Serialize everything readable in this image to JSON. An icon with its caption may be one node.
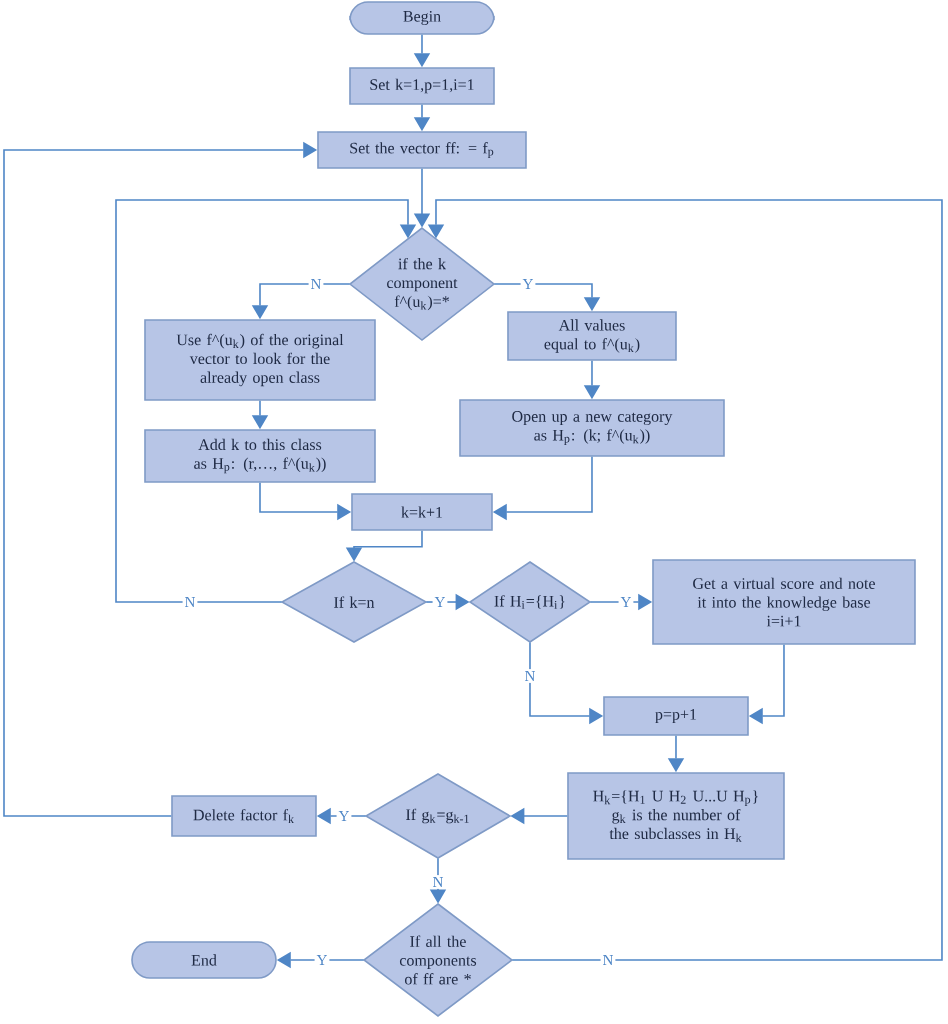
{
  "diagram": {
    "nodes": [
      {
        "text": [
          "Begin"
        ]
      },
      {
        "text": [
          "Set k=1,p=1,i=1"
        ]
      },
      {
        "text": [
          "Set the vector ff: = f$_{p}$"
        ]
      },
      {
        "text": [
          "if the k component f^(u$_{k}$)=*"
        ]
      },
      {
        "text": [
          "Use  f^(u$_{k}$) of the original vector to look for the already open class"
        ]
      },
      {
        "text": [
          "All values equal to f^(u$_{k}$)"
        ]
      },
      {
        "text": [
          "Open up a new category as H$_{p}$: (k; f^(u$_{k}$))"
        ]
      },
      {
        "text": [
          "Add k to this class as H$_{p}$: (r,…,  f^(u$_{k}$))"
        ]
      },
      {
        "text": [
          "k=k+1"
        ]
      },
      {
        "text": [
          "If k=n"
        ]
      },
      {
        "text": [
          "If H$_{i}$={H$_{i}$}"
        ]
      },
      {
        "text": [
          "Get a virtual score and note it into the knowledge base",
          "i=i+1"
        ]
      },
      {
        "text": [
          "p=p+1"
        ]
      },
      {
        "text": [
          "H$_{k}$={H$_{1}$ U H$_{2}$ U...U H$_{p}$}",
          "g$_{k}$ is the number of the subclasses in H$_{k}$"
        ]
      },
      {
        "text": [
          "If g$_{k}$=g$_{k-1}$"
        ]
      },
      {
        "text": [
          "Delete factor f$_{k}$"
        ]
      },
      {
        "text": [
          "If all the components of ff are *"
        ]
      },
      {
        "text": [
          "End"
        ]
      }
    ],
    "edges": [
      {
        "from": 0,
        "to": 1,
        "arrow": "to"
      },
      {
        "from": 1,
        "to": 2,
        "arrow": "to"
      },
      {
        "from": 2,
        "to": 3,
        "arrow": "to"
      },
      {
        "from": 3,
        "to": 4,
        "arrow": "to",
        "label": "N"
      },
      {
        "from": 3,
        "to": 5,
        "arrow": "to",
        "label": "Y"
      },
      {
        "from": 5,
        "to": 6,
        "arrow": "to"
      },
      {
        "from": 4,
        "to": 7,
        "arrow": "to"
      },
      {
        "from": 7,
        "to": 8,
        "arrow": "to"
      },
      {
        "from": 6,
        "to": 8,
        "arrow": "to"
      },
      {
        "from": 8,
        "to": 9,
        "arrow": "to"
      },
      {
        "from": 9,
        "to": 10,
        "arrow": "to",
        "label": "Y"
      },
      {
        "from": 10,
        "to": 11,
        "arrow": "to",
        "label": "Y"
      },
      {
        "from": 10,
        "to": 12,
        "arrow": "to",
        "label": "N"
      },
      {
        "from": 11,
        "to": 12,
        "arrow": "to"
      },
      {
        "from": 12,
        "to": 13,
        "arrow": "to"
      },
      {
        "from": 13,
        "to": 14,
        "arrow": "to"
      },
      {
        "from": 14,
        "to": 15,
        "arrow": "to",
        "label": "Y"
      },
      {
        "from": 14,
        "to": 16,
        "arrow": "to",
        "label": "N"
      },
      {
        "from": 16,
        "to": 17,
        "arrow": "to",
        "label": "Y"
      },
      {
        "from": 9,
        "to": 3,
        "arrow": "to",
        "label": "N"
      },
      {
        "from": 16,
        "to": 3,
        "arrow": "to",
        "label": "N"
      },
      {
        "from": 15,
        "to": 2,
        "arrow": "to"
      }
    ]
  }
}
